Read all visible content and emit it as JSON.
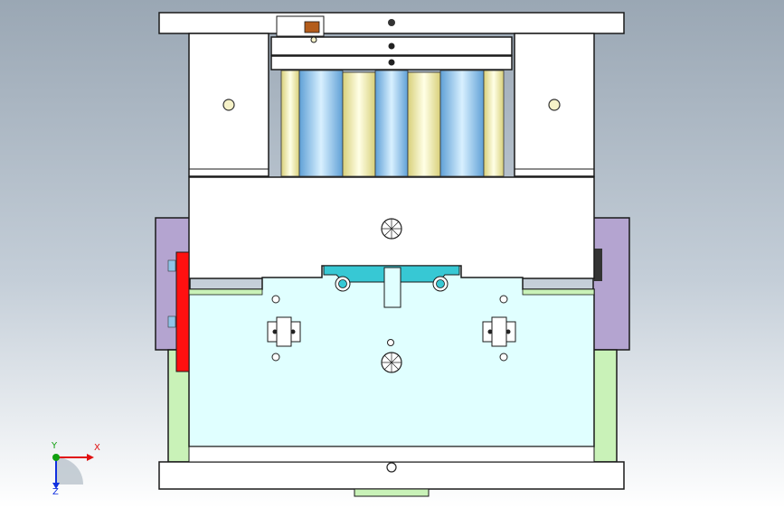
{
  "viewport": {
    "background_top": "#9aa7b4",
    "background_bottom": "#ffffff"
  },
  "colors": {
    "outline": "#1a1a1a",
    "plate": "#ffffff",
    "cavity": "#e0ffff",
    "cavity_edge": "#37c8d4",
    "green_plate": "#c9f2b8",
    "side_block": "#b4a4d0",
    "red_bar": "#ff1010",
    "bolt": "#f6f2c8",
    "pillar_blue": "#8fc4e8",
    "pillar_yellow": "#f4f2b0",
    "handle": "#b35c1b"
  },
  "triad": {
    "x_label": "X",
    "y_label": "Y",
    "z_label": "Z",
    "x_color": "#e01010",
    "y_color": "#10a010",
    "z_color": "#1030e0"
  },
  "icons": [
    "axis-triad-icon",
    "bolt-hole-icon",
    "sprue-bushing-icon"
  ]
}
